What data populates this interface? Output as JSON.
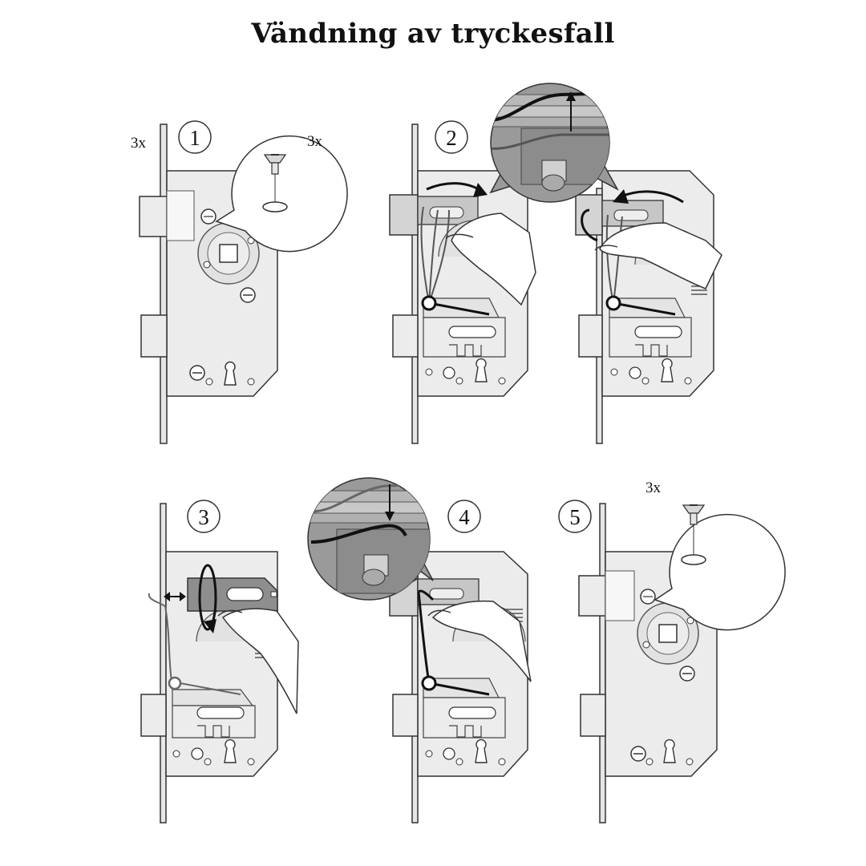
{
  "title": "Vändning av tryckesfall",
  "steps": [
    {
      "number": "1",
      "quantity_label": "3x",
      "callout_quantity": "3x"
    },
    {
      "number": "2"
    },
    {
      "number": "3"
    },
    {
      "number": "4"
    },
    {
      "number": "5",
      "callout_quantity": "3x"
    }
  ],
  "colors": {
    "plate": "#ececec",
    "plate_dark": "#d4d4d4",
    "stroke": "#333333",
    "zoom_bg": "#9a9a9a",
    "spring": "#111111"
  }
}
